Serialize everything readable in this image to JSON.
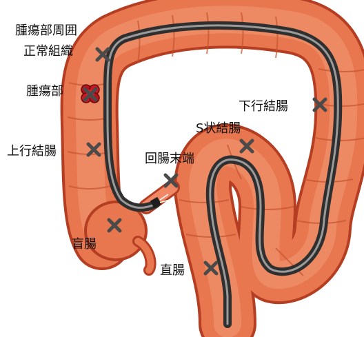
{
  "labels": {
    "tumor_surrounding_line1": "腫瘍部周囲",
    "tumor_surrounding_line2": "正常組織",
    "tumor": "腫瘍部",
    "ascending_colon": "上行結腸",
    "terminal_ileum": "回腸末端",
    "cecum": "盲腸",
    "descending_colon": "下行結腸",
    "sigmoid_colon": "S状結腸",
    "rectum": "直腸"
  },
  "colors": {
    "colon_fill": "#e8764f",
    "colon_outline": "#b43d22",
    "colon_highlight": "#f4a27f",
    "colon_shadow": "#c4532f",
    "scope_body": "#3c3c3c",
    "scope_highlight": "#8a8a8a",
    "marker": "#4a4a4a",
    "tumor": "#b5121b",
    "text": "#111111"
  },
  "icons": [
    "x-marker-icon",
    "tumor-icon"
  ]
}
